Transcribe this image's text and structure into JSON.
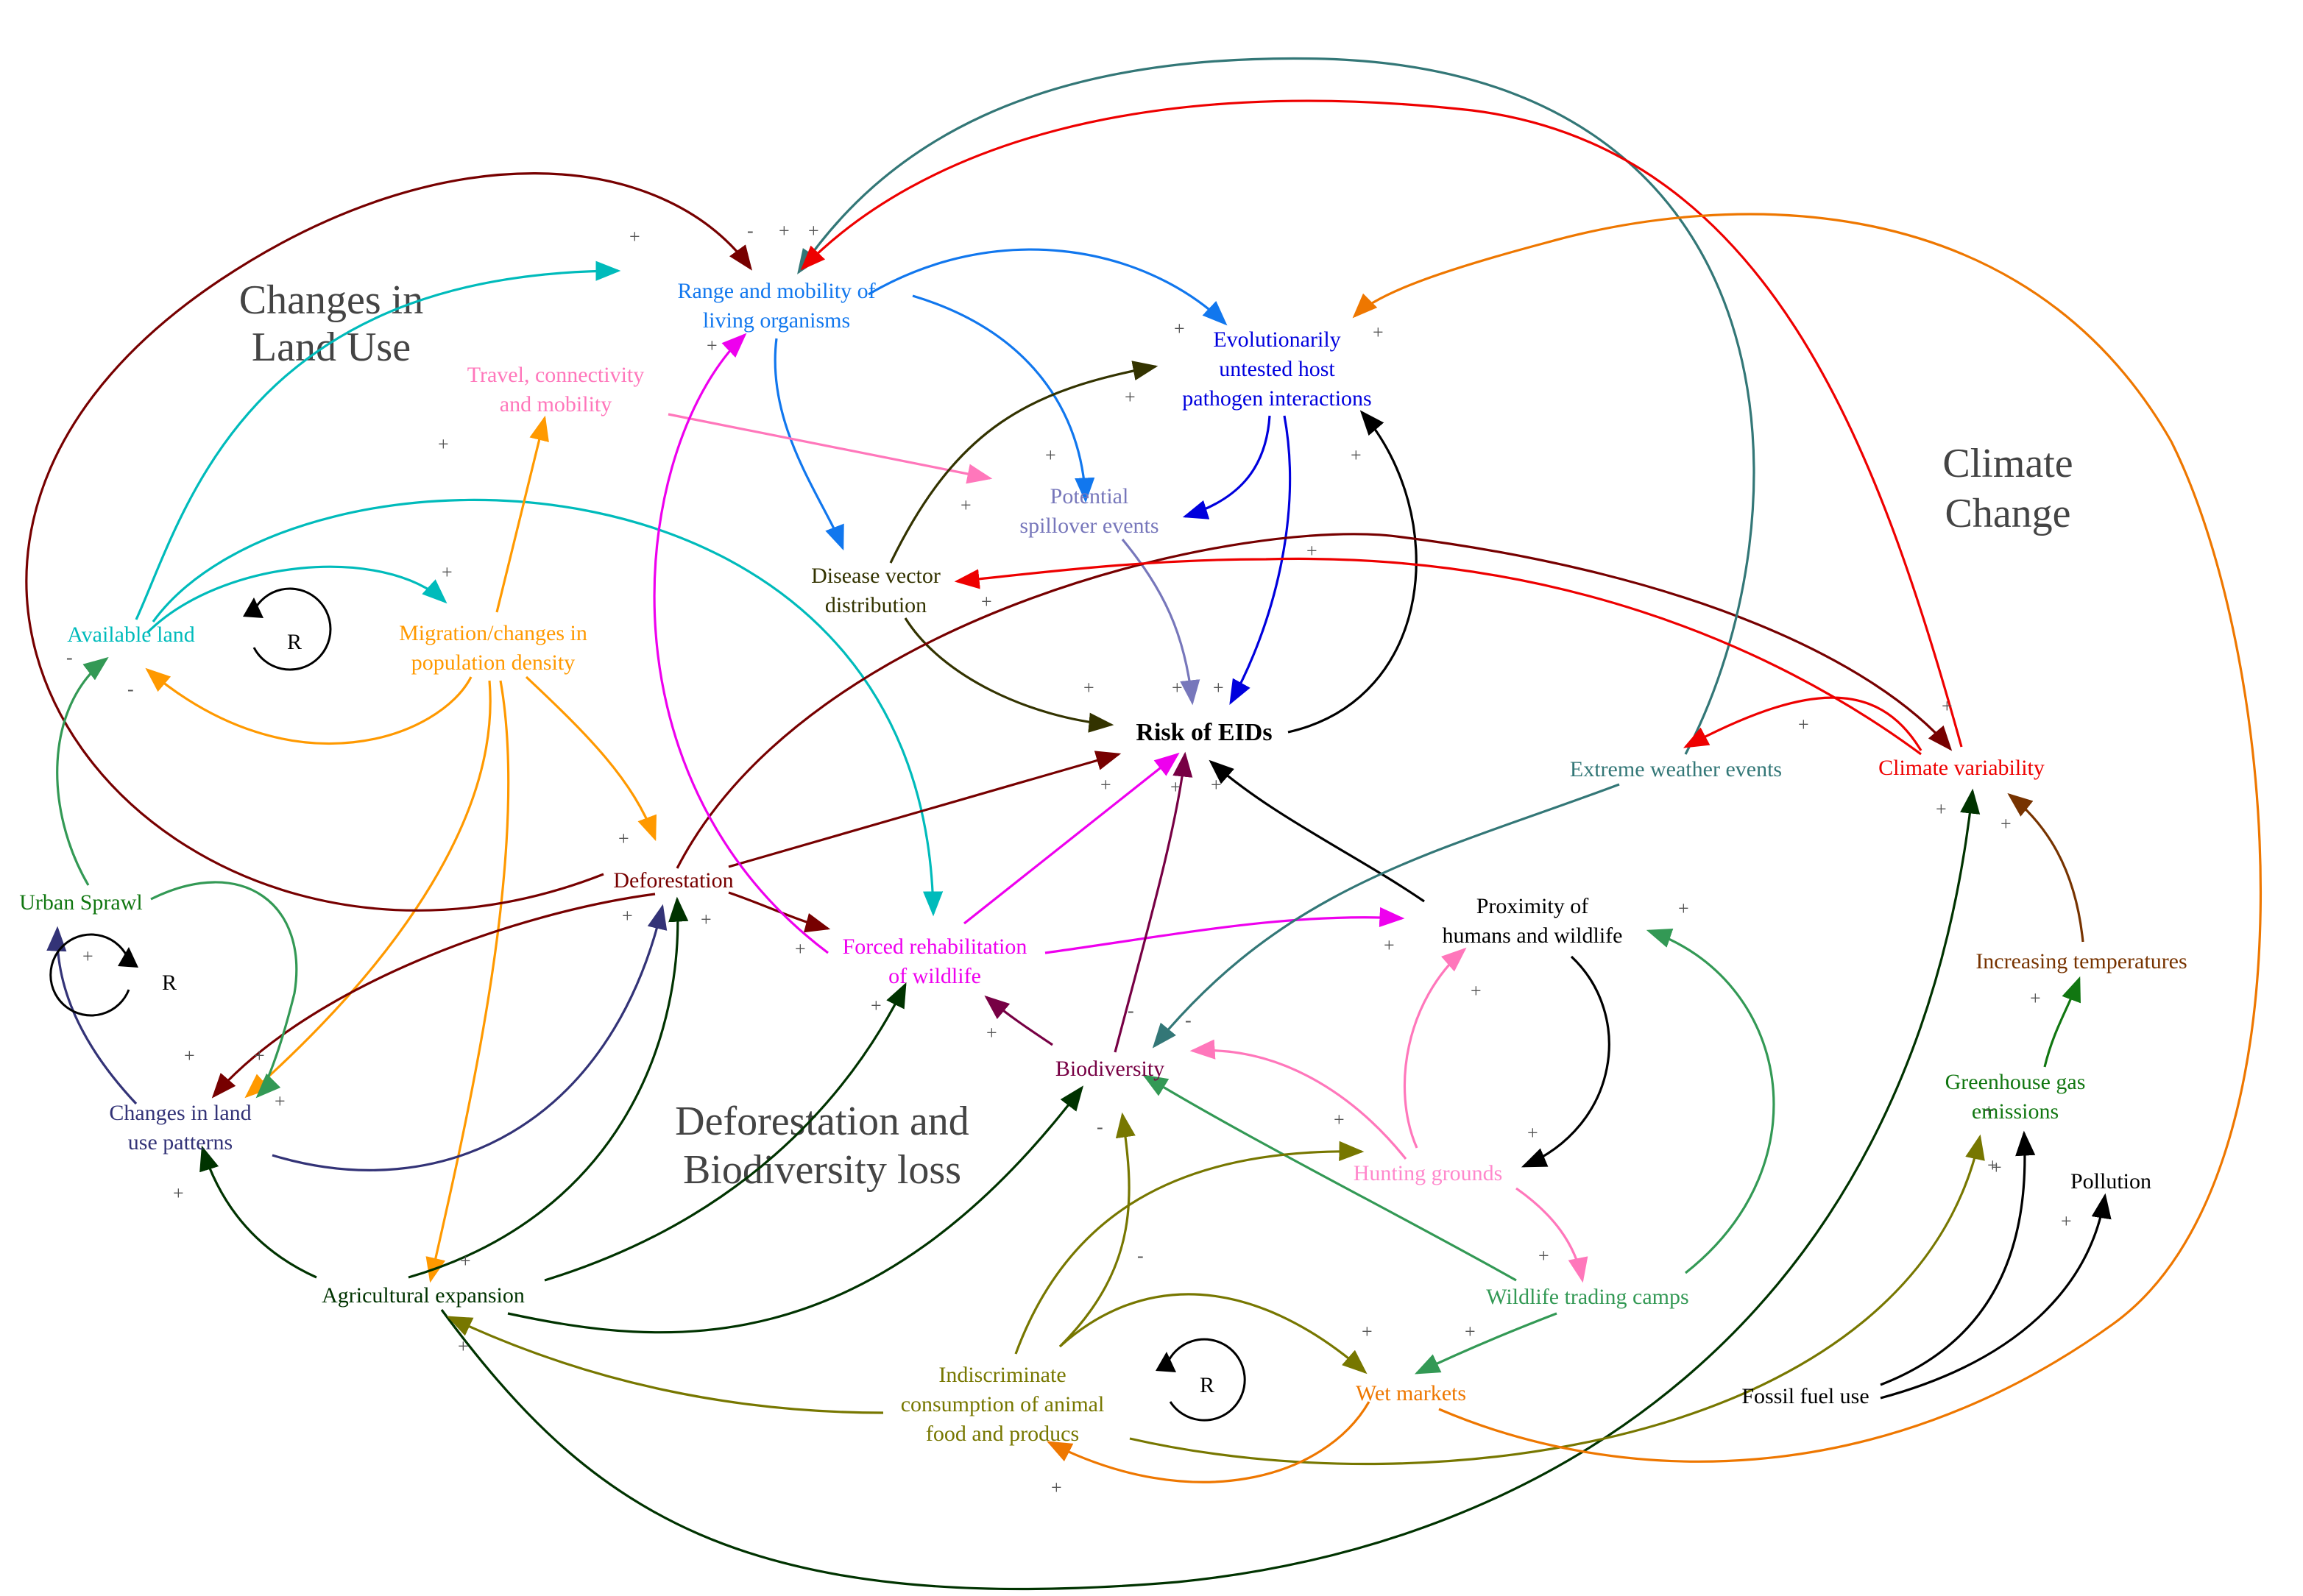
{
  "titles": {
    "land_use": [
      "Changes in",
      "Land Use"
    ],
    "climate": [
      "Climate",
      "Change"
    ],
    "deforestation": [
      "Deforestation and",
      "Biodiversity loss"
    ]
  },
  "center": "Risk of EIDs",
  "nodes": {
    "range": {
      "lines": [
        "Range and mobility of",
        "living organisms"
      ],
      "color": "#1177ee"
    },
    "evolution": {
      "lines": [
        "Evolutionarily",
        "untested host",
        "pathogen interactions"
      ],
      "color": "#0000dd"
    },
    "travel": {
      "lines": [
        "Travel, connectivity",
        "and mobility"
      ],
      "color": "#ff77bb"
    },
    "spillover": {
      "lines": [
        "Potential",
        "spillover events"
      ],
      "color": "#7777bb"
    },
    "vector": {
      "lines": [
        "Disease vector",
        "distribution"
      ],
      "color": "#333300"
    },
    "available_land": {
      "lines": [
        "Available land"
      ],
      "color": "#00bbbb"
    },
    "migration": {
      "lines": [
        "Migration/changes in",
        "population density"
      ],
      "color": "#ff9900"
    },
    "extreme_weather": {
      "lines": [
        "Extreme weather events"
      ],
      "color": "#337777"
    },
    "climate_variability": {
      "lines": [
        "Climate variability"
      ],
      "color": "#ee0000"
    },
    "deforestation": {
      "lines": [
        "Deforestation"
      ],
      "color": "#770000"
    },
    "urban_sprawl": {
      "lines": [
        "Urban Sprawl"
      ],
      "color": "#117711"
    },
    "forced_rehab": {
      "lines": [
        "Forced rehabilitation",
        "of wildlife"
      ],
      "color": "#ee00ee"
    },
    "proximity": {
      "lines": [
        "Proximity of",
        "humans and wildlife"
      ],
      "color": "#000000"
    },
    "temperatures": {
      "lines": [
        "Increasing temperatures"
      ],
      "color": "#773300"
    },
    "changes_land": {
      "lines": [
        "Changes in land",
        "use patterns"
      ],
      "color": "#333377"
    },
    "biodiversity": {
      "lines": [
        "Biodiversity"
      ],
      "color": "#770044"
    },
    "greenhouse": {
      "lines": [
        "Greenhouse gas",
        "emissions"
      ],
      "color": "#117711"
    },
    "hunting": {
      "lines": [
        "Hunting grounds"
      ],
      "color": "#ff88cc"
    },
    "pollution": {
      "lines": [
        "Pollution"
      ],
      "color": "#000000"
    },
    "agri": {
      "lines": [
        "Agricultural expansion"
      ],
      "color": "#003300"
    },
    "wildlife_trading": {
      "lines": [
        "Wildlife trading camps"
      ],
      "color": "#339955"
    },
    "indiscriminate": {
      "lines": [
        "Indiscriminate",
        "consumption of animal",
        "food and producs"
      ],
      "color": "#777700"
    },
    "wet_markets": {
      "lines": [
        "Wet markets"
      ],
      "color": "#ee7700"
    },
    "fossil": {
      "lines": [
        "Fossil fuel use"
      ],
      "color": "#000000"
    }
  },
  "loops": [
    "R",
    "R",
    "R"
  ],
  "signs": {
    "plus": "+",
    "minus": "-"
  },
  "colors": {
    "teal": "#00bbbb",
    "blue": "#1177ee",
    "navy": "#0000dd",
    "pink": "#ff77bb",
    "orange": "#ff9900",
    "darkorange": "#ee7700",
    "red": "#ee0000",
    "maroon": "#770000",
    "magenta": "#ee00ee",
    "darkgreen": "#003300",
    "green": "#117711",
    "seagreen": "#339955",
    "olive": "#777700",
    "purple": "#770044",
    "slate": "#337777",
    "indigo": "#333377",
    "brown": "#773300",
    "lavender": "#7777bb",
    "darkolive": "#333300",
    "black": "#000000"
  }
}
